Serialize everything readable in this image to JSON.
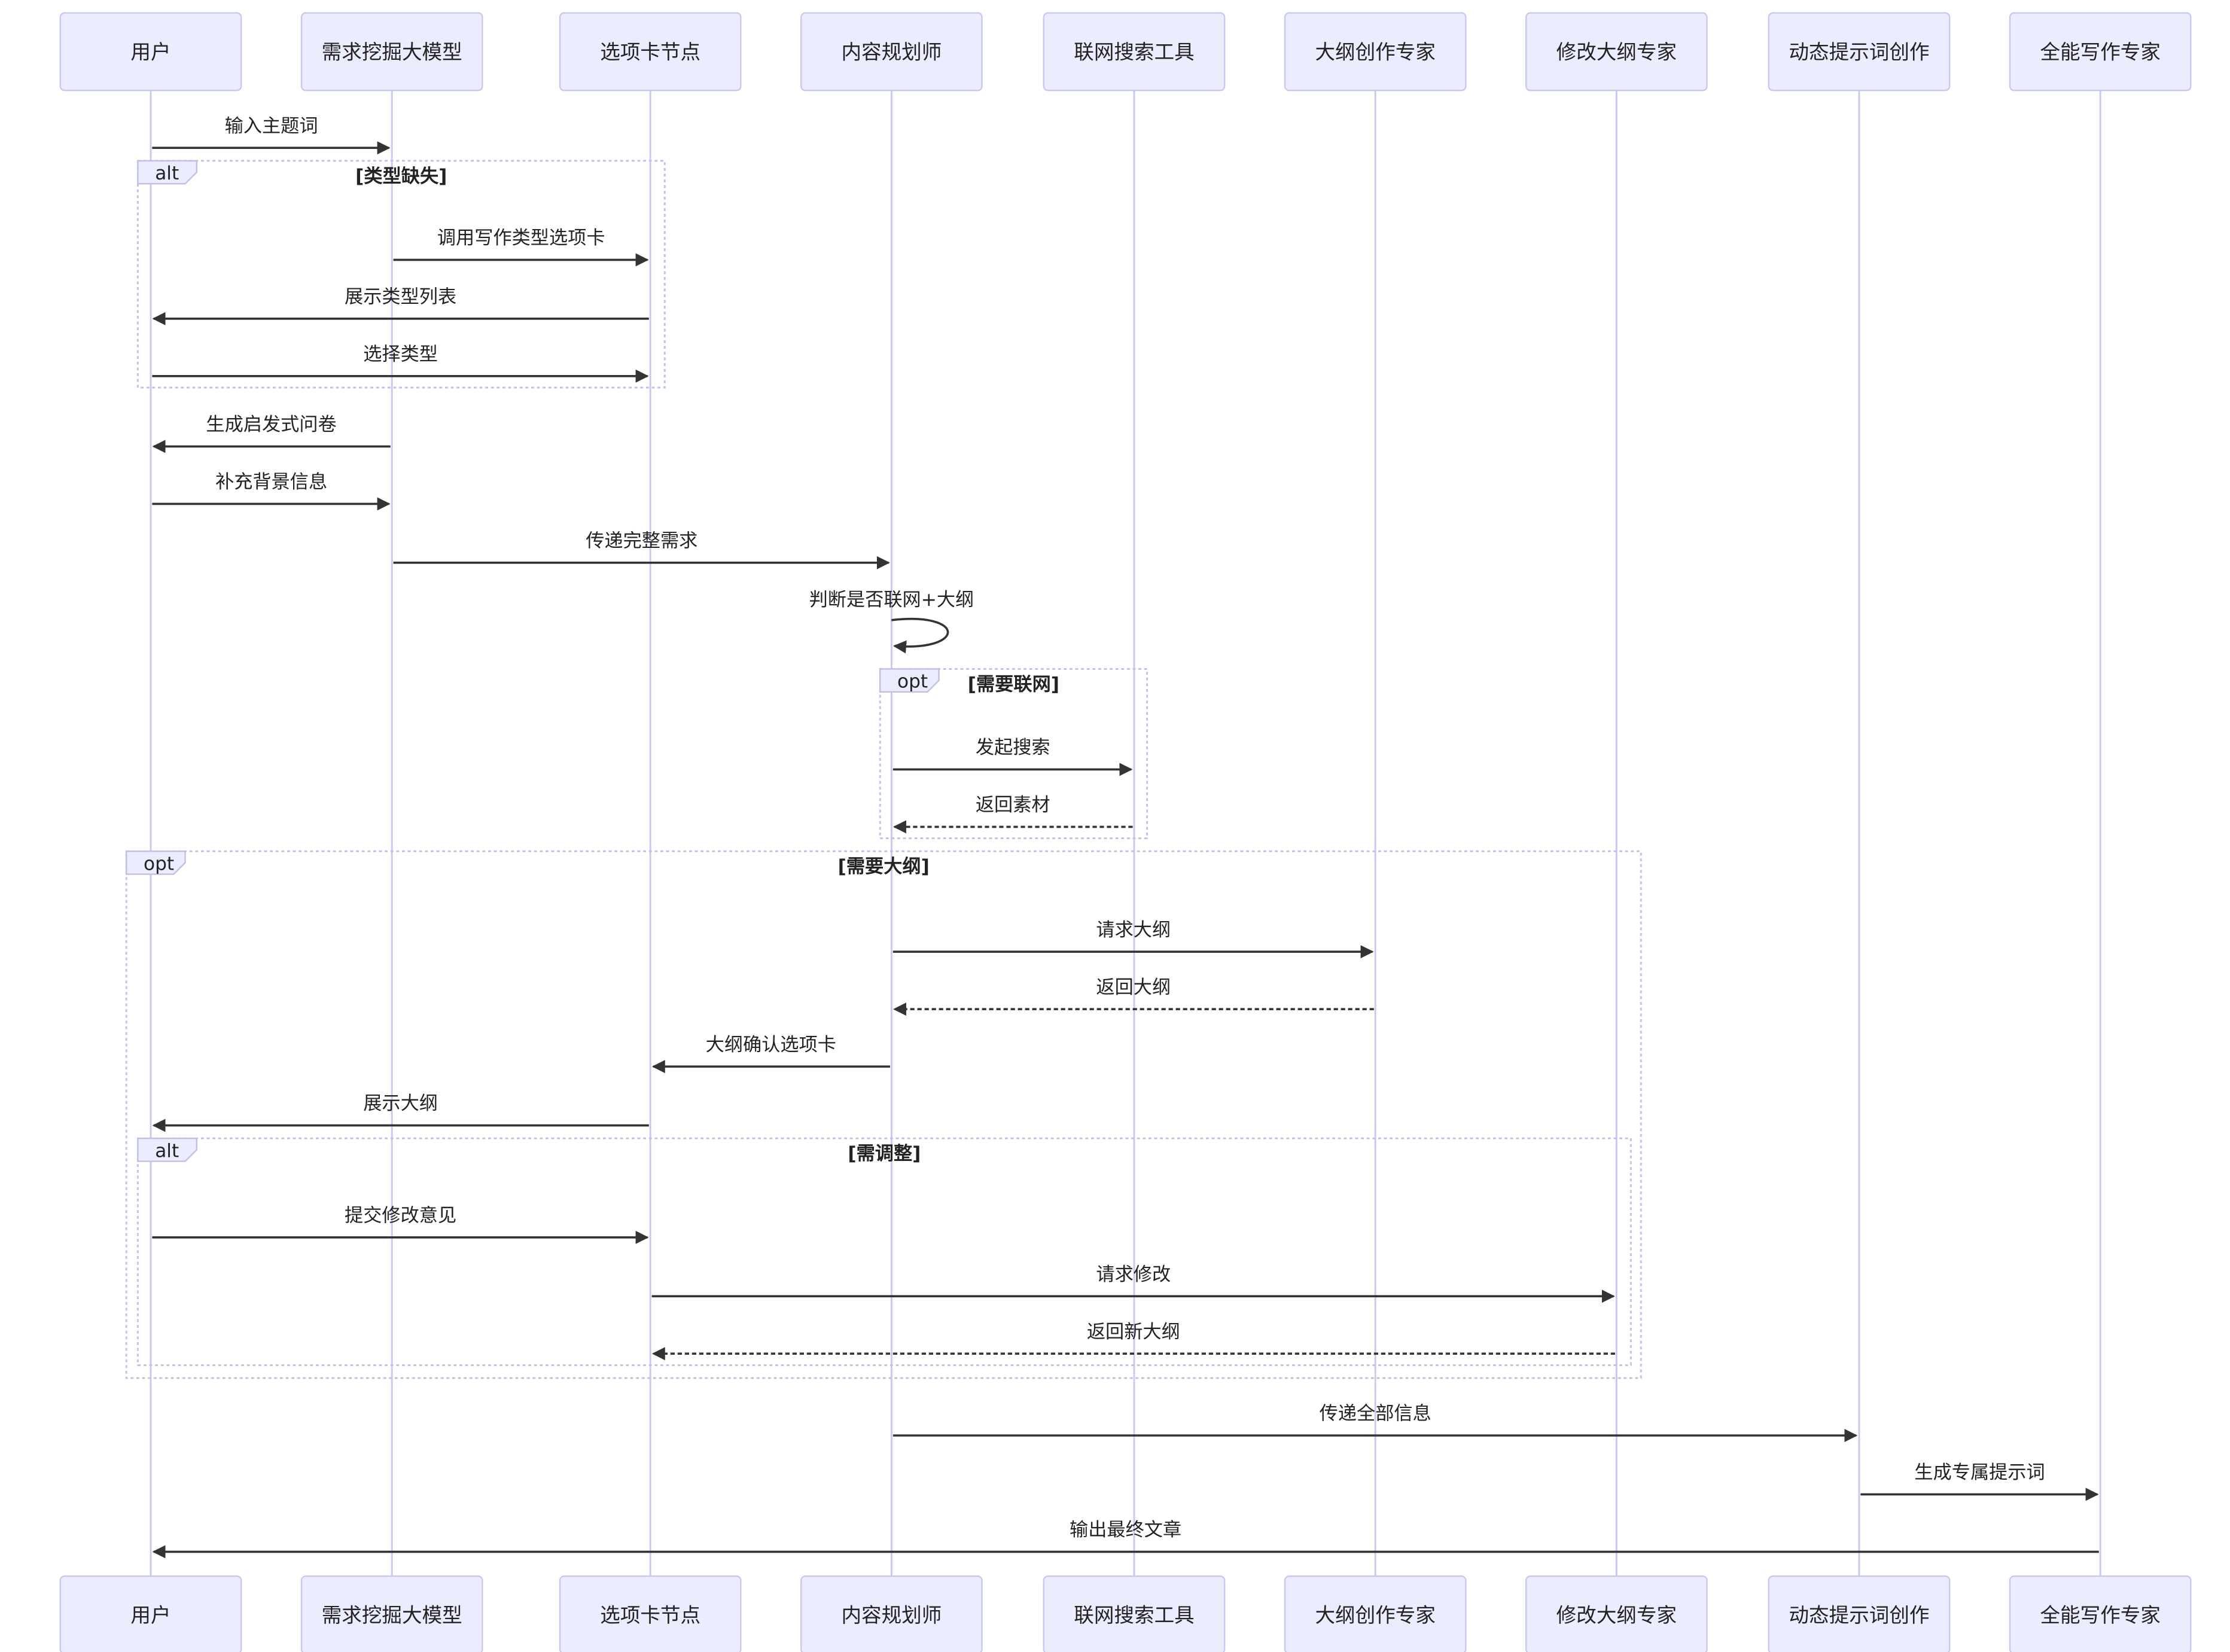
{
  "participants": [
    {
      "id": "user",
      "label": "用户"
    },
    {
      "id": "miner",
      "label": "需求挖掘大模型"
    },
    {
      "id": "tabnode",
      "label": "选项卡节点"
    },
    {
      "id": "planner",
      "label": "内容规划师"
    },
    {
      "id": "search",
      "label": "联网搜索工具"
    },
    {
      "id": "outline",
      "label": "大纲创作专家"
    },
    {
      "id": "revise",
      "label": "修改大纲专家"
    },
    {
      "id": "prompt",
      "label": "动态提示词创作"
    },
    {
      "id": "writer",
      "label": "全能写作专家"
    }
  ],
  "messages": [
    {
      "id": "m1",
      "from": "user",
      "to": "miner",
      "label": "输入主题词",
      "style": "solid"
    },
    {
      "id": "m2",
      "from": "miner",
      "to": "tabnode",
      "label": "调用写作类型选项卡",
      "style": "solid"
    },
    {
      "id": "m3",
      "from": "tabnode",
      "to": "user",
      "label": "展示类型列表",
      "style": "solid"
    },
    {
      "id": "m4",
      "from": "user",
      "to": "tabnode",
      "label": "选择类型",
      "style": "solid"
    },
    {
      "id": "m5",
      "from": "miner",
      "to": "user",
      "label": "生成启发式问卷",
      "style": "solid"
    },
    {
      "id": "m6",
      "from": "user",
      "to": "miner",
      "label": "补充背景信息",
      "style": "solid"
    },
    {
      "id": "m7",
      "from": "miner",
      "to": "planner",
      "label": "传递完整需求",
      "style": "solid"
    },
    {
      "id": "m8",
      "from": "planner",
      "to": "planner",
      "label": "判断是否联网+大纲",
      "style": "self"
    },
    {
      "id": "m9",
      "from": "planner",
      "to": "search",
      "label": "发起搜索",
      "style": "solid"
    },
    {
      "id": "m10",
      "from": "search",
      "to": "planner",
      "label": "返回素材",
      "style": "dashed"
    },
    {
      "id": "m11",
      "from": "planner",
      "to": "outline",
      "label": "请求大纲",
      "style": "solid"
    },
    {
      "id": "m12",
      "from": "outline",
      "to": "planner",
      "label": "返回大纲",
      "style": "dashed"
    },
    {
      "id": "m13",
      "from": "planner",
      "to": "tabnode",
      "label": "大纲确认选项卡",
      "style": "solid"
    },
    {
      "id": "m14",
      "from": "tabnode",
      "to": "user",
      "label": "展示大纲",
      "style": "solid"
    },
    {
      "id": "m15",
      "from": "user",
      "to": "tabnode",
      "label": "提交修改意见",
      "style": "solid"
    },
    {
      "id": "m16",
      "from": "tabnode",
      "to": "revise",
      "label": "请求修改",
      "style": "solid"
    },
    {
      "id": "m17",
      "from": "revise",
      "to": "tabnode",
      "label": "返回新大纲",
      "style": "dashed"
    },
    {
      "id": "m18",
      "from": "planner",
      "to": "prompt",
      "label": "传递全部信息",
      "style": "solid"
    },
    {
      "id": "m19",
      "from": "prompt",
      "to": "writer",
      "label": "生成专属提示词",
      "style": "solid"
    },
    {
      "id": "m20",
      "from": "writer",
      "to": "user",
      "label": "输出最终文章",
      "style": "solid"
    }
  ],
  "fragments": [
    {
      "id": "f1",
      "kind": "alt",
      "condition": "[类型缺失]",
      "from": "user",
      "to": "tabnode",
      "first": "m2",
      "last": "m4"
    },
    {
      "id": "f2",
      "kind": "opt",
      "condition": "[需要联网]",
      "from": "planner",
      "to": "search",
      "first": "m9",
      "last": "m10"
    },
    {
      "id": "f3",
      "kind": "opt",
      "condition": "[需要大纲]",
      "from": "user",
      "to": "revise",
      "first": "m11",
      "last": "m17"
    },
    {
      "id": "f4",
      "kind": "alt",
      "condition": "[需调整]",
      "from": "user",
      "to": "revise",
      "first": "m15",
      "last": "m17"
    }
  ],
  "colors": {
    "actor_fill": "#ECECFF",
    "actor_stroke": "#C8C8F0",
    "lifeline": "#C8C8F0",
    "line": "#333333",
    "fragment_stroke": "#BFBFE8",
    "text": "#222222"
  }
}
